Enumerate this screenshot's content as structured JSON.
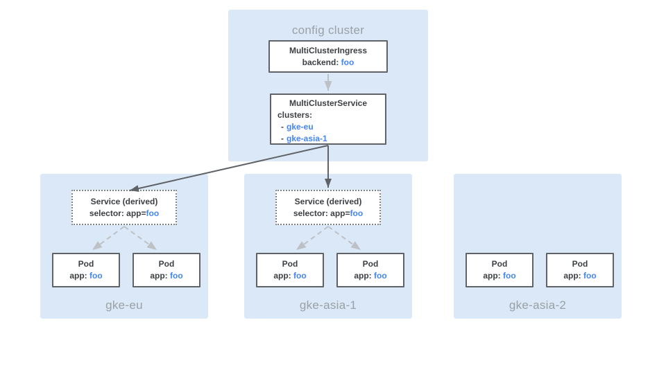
{
  "colors": {
    "accent_blue": "#4285f4",
    "panel_blue": "#dae8f7",
    "node_border": "#5f6368",
    "text_dark": "#3c4043",
    "label_gray": "#9aa0a6",
    "arrow_dark": "#5f6368",
    "arrow_light": "#bdc1c6"
  },
  "config_cluster": {
    "label": "config cluster",
    "ingress": {
      "title": "MultiClusterIngress",
      "backend_label": "backend: ",
      "backend_value": "foo"
    },
    "service": {
      "title": "MultiClusterService",
      "clusters_label": "clusters:",
      "items": [
        {
          "dash": "-",
          "name": "gke-eu"
        },
        {
          "dash": "-",
          "name": "gke-asia-1"
        }
      ]
    }
  },
  "clusters": [
    {
      "name": "gke-eu",
      "service": {
        "title": "Service (derived)",
        "selector_label": "selector: app=",
        "selector_value": "foo"
      },
      "pods": [
        {
          "title": "Pod",
          "app_label": "app: ",
          "app_value": "foo"
        },
        {
          "title": "Pod",
          "app_label": "app: ",
          "app_value": "foo"
        }
      ]
    },
    {
      "name": "gke-asia-1",
      "service": {
        "title": "Service (derived)",
        "selector_label": "selector: app=",
        "selector_value": "foo"
      },
      "pods": [
        {
          "title": "Pod",
          "app_label": "app: ",
          "app_value": "foo"
        },
        {
          "title": "Pod",
          "app_label": "app: ",
          "app_value": "foo"
        }
      ]
    },
    {
      "name": "gke-asia-2",
      "pods": [
        {
          "title": "Pod",
          "app_label": "app: ",
          "app_value": "foo"
        },
        {
          "title": "Pod",
          "app_label": "app: ",
          "app_value": "foo"
        }
      ]
    }
  ]
}
